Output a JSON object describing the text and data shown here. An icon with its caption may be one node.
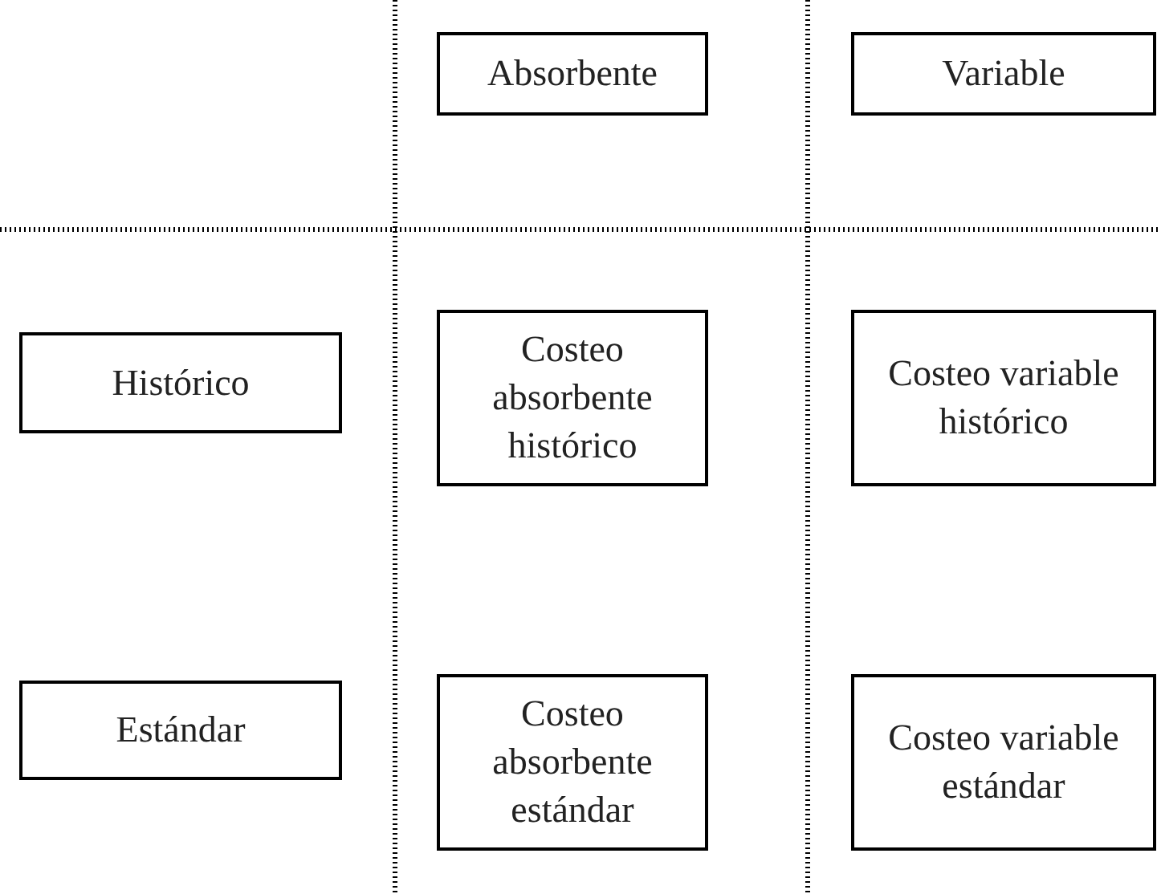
{
  "diagram": {
    "nodes": [
      {
        "text": [
          "Absorbente"
        ]
      },
      {
        "text": [
          "Variable"
        ]
      },
      {
        "text": [
          "Histórico"
        ]
      },
      {
        "text": [
          "Costeo absorbente histórico"
        ]
      },
      {
        "text": [
          "Costeo variable histórico"
        ]
      },
      {
        "text": [
          "Estándar"
        ]
      },
      {
        "text": [
          "Costeo absorbente estándar"
        ]
      },
      {
        "text": [
          "Costeo variable estándar"
        ]
      }
    ]
  }
}
